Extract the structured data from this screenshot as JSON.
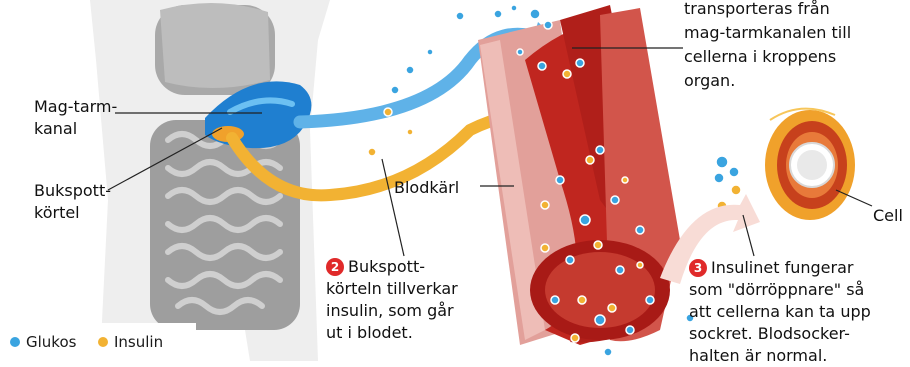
{
  "labels": {
    "transport": [
      "transporteras från",
      "mag-tarmkanalen till",
      "cellerna i kroppens",
      "organ."
    ],
    "gi_tract": [
      "Mag-tarm-",
      "kanal"
    ],
    "pancreas": [
      "Bukspott-",
      "körtel"
    ],
    "vessel": "Blodkärl",
    "cell": "Cell",
    "step2": {
      "number": "2",
      "lines": [
        "Bukspott-",
        "körteln tillverkar",
        "insulin, som går",
        "ut i blodet."
      ]
    },
    "step3": {
      "number": "3",
      "lines": [
        "Insulinet fungerar",
        "som \"dörröppnare\" så",
        "att cellerna kan ta upp",
        "sockret. Blodsocker-",
        "halten är normal."
      ]
    }
  },
  "legend": {
    "glucose": "Glukos",
    "insulin": "Insulin"
  },
  "colors": {
    "glucose": "#3aa4e0",
    "insulin": "#f2b233",
    "step_badge": "#e02a2a",
    "vessel": "#b8201e",
    "stomach": "#1f7fd0"
  }
}
